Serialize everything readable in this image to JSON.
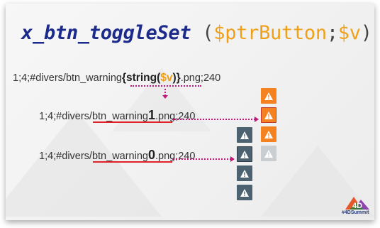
{
  "title": {
    "function_name": "x_btn_toggleSet",
    "open_paren": " (",
    "param1": "$ptrButton",
    "separator": ";",
    "param2": "$v",
    "close_paren": ")"
  },
  "template_line": {
    "prefix": "1;4;#divers/btn_warning",
    "brace_open": "{",
    "string_fn": "string(",
    "var": "$v",
    "fn_close": ")",
    "brace_close": "}",
    "suffix": ".png;240"
  },
  "line_one": {
    "prefix": "1;4;#divers/",
    "underlined": "btn_warning",
    "digit": "1",
    "suffix": ".png;240"
  },
  "line_zero": {
    "prefix": "1;4;#divers/",
    "underlined": "btn_warning",
    "digit": "0",
    "suffix": ".png;240"
  },
  "button_strips": {
    "active": [
      "warning-icon",
      "warning-icon",
      "warning-icon",
      "warning-icon"
    ],
    "inactive": [
      "warning-icon",
      "warning-icon",
      "warning-icon",
      "warning-icon"
    ]
  },
  "logo": {
    "mark": "4D",
    "tagline": "#4DSummit"
  },
  "colors": {
    "title_blue": "#1c2a8c",
    "param_orange": "#f0a018",
    "accent_red": "#e0232a",
    "dotted_magenta": "#c0187a",
    "button_orange": "#f58220",
    "button_slate": "#4d6270",
    "button_pale": "#c9ced3"
  }
}
